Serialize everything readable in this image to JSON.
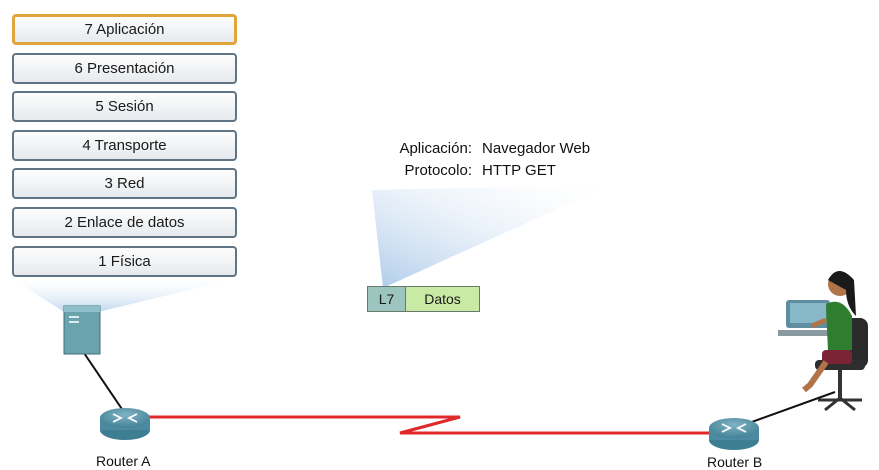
{
  "osi_layers": [
    {
      "label": "7 Aplicación",
      "active": true
    },
    {
      "label": "6 Presentación",
      "active": false
    },
    {
      "label": "5 Sesión",
      "active": false
    },
    {
      "label": "4 Transporte",
      "active": false
    },
    {
      "label": "3 Red",
      "active": false
    },
    {
      "label": "2 Enlace de datos",
      "active": false
    },
    {
      "label": "1 Física",
      "active": false
    }
  ],
  "info": {
    "application_key": "Aplicación:",
    "application_value": "Navegador Web",
    "protocol_key": "Protocolo:",
    "protocol_value": "HTTP GET"
  },
  "pdu": {
    "header": "L7",
    "data": "Datos"
  },
  "nodes": {
    "router_a": "Router A",
    "router_b": "Router B"
  },
  "colors": {
    "active_border": "#e0a63b",
    "wan_link": "#e0282a",
    "pdu_header": "#9cc5bf",
    "pdu_data": "#c9eaa4"
  }
}
